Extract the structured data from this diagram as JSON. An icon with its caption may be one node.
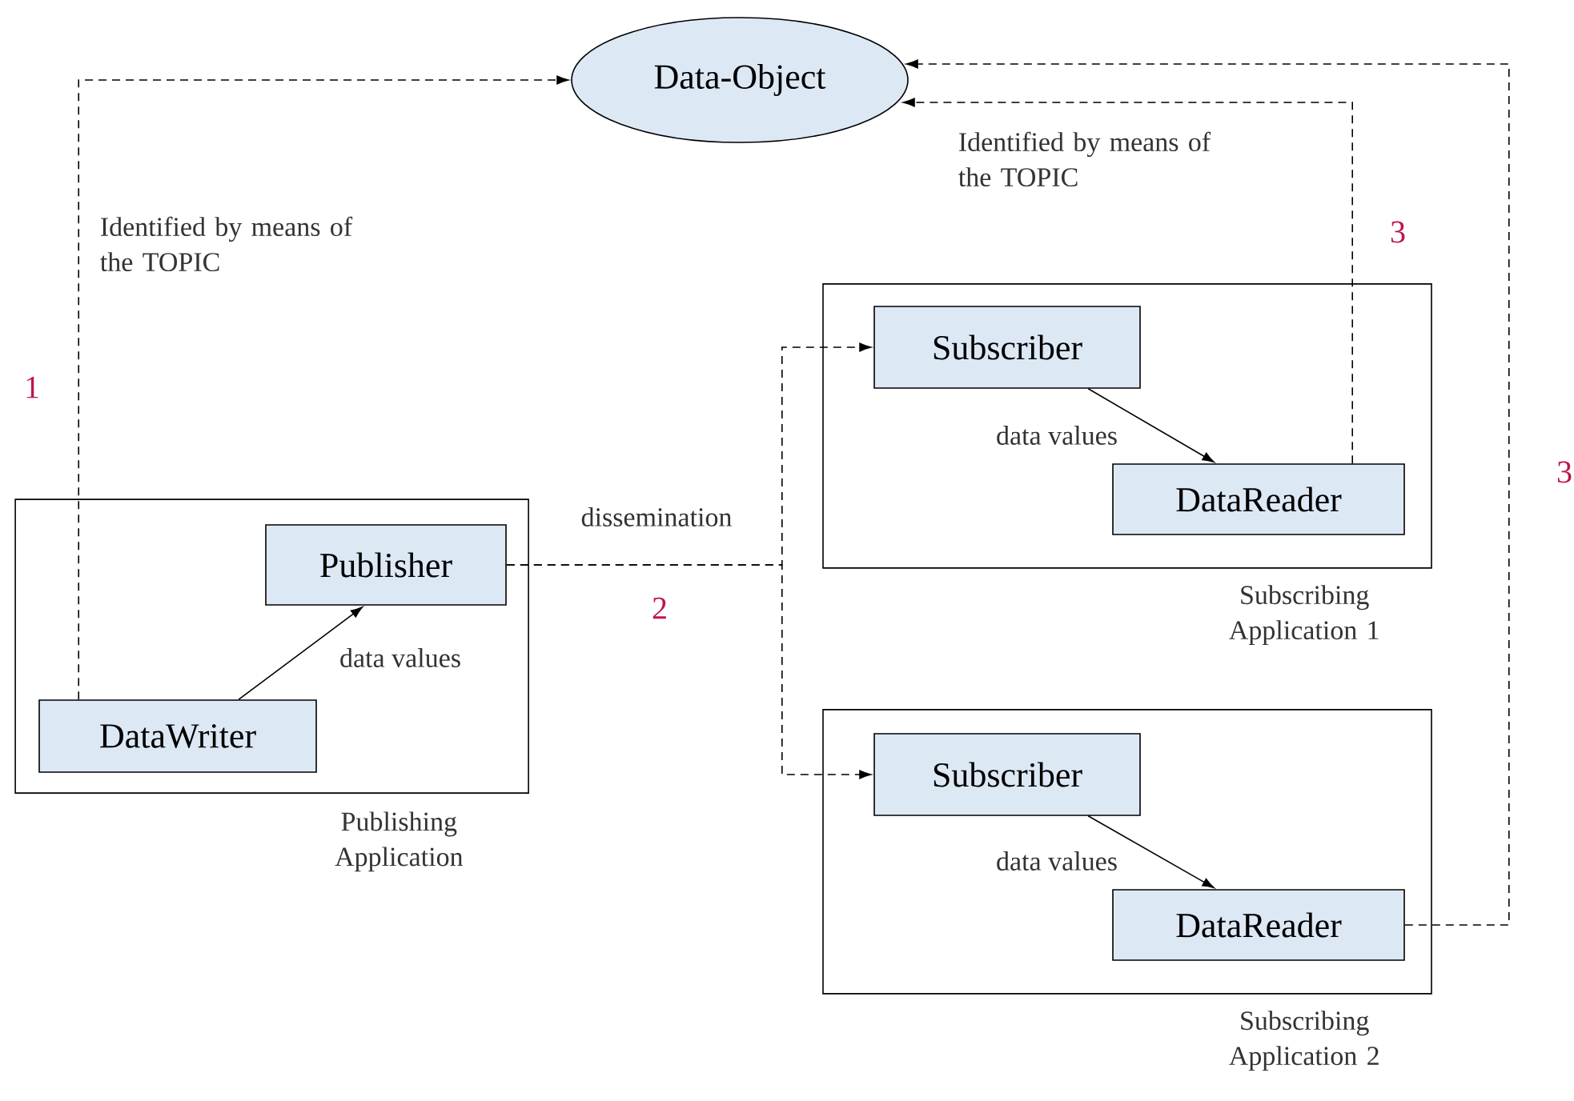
{
  "diagram": {
    "nodes": [
      {
        "text": [
          "Data-Object"
        ]
      },
      {
        "text": [],
        "shape": "box",
        "beside": [
          "Publishing Application"
        ]
      },
      {
        "text": [
          "Publisher"
        ],
        "in": 1
      },
      {
        "text": [
          "DataWriter"
        ],
        "in": 1
      },
      {
        "text": [],
        "shape": "box",
        "beside": [
          "Subscribing Application 1"
        ]
      },
      {
        "text": [
          "Subscriber"
        ],
        "in": 4
      },
      {
        "text": [
          "DataReader"
        ],
        "in": 4
      },
      {
        "text": [],
        "shape": "box",
        "beside": [
          "Subscribing Application 2"
        ]
      },
      {
        "text": [
          "Subscriber"
        ],
        "in": 7
      },
      {
        "text": [
          "DataReader"
        ],
        "in": 7
      }
    ],
    "edges": [
      {
        "from": 3,
        "to": 0,
        "arrow": "to",
        "style": "dashed"
      },
      {
        "from": 3,
        "to": 2,
        "arrow": "to",
        "label": "data values"
      },
      {
        "from": 2,
        "to": 5,
        "arrow": "to",
        "style": "dashed",
        "label": "dissemination"
      },
      {
        "from": 2,
        "to": 8,
        "arrow": "to",
        "style": "dashed"
      },
      {
        "from": 5,
        "to": 6,
        "arrow": "to",
        "label": "data values"
      },
      {
        "from": 6,
        "to": 0,
        "arrow": "to",
        "style": "dashed"
      },
      {
        "from": 8,
        "to": 9,
        "arrow": "to",
        "label": "data values"
      },
      {
        "from": 9,
        "to": 0,
        "arrow": "to",
        "style": "dashed"
      }
    ],
    "labels": [
      "Identified by means of the TOPIC",
      "Identified by means of the TOPIC",
      "1",
      "2",
      "3",
      "3"
    ]
  }
}
